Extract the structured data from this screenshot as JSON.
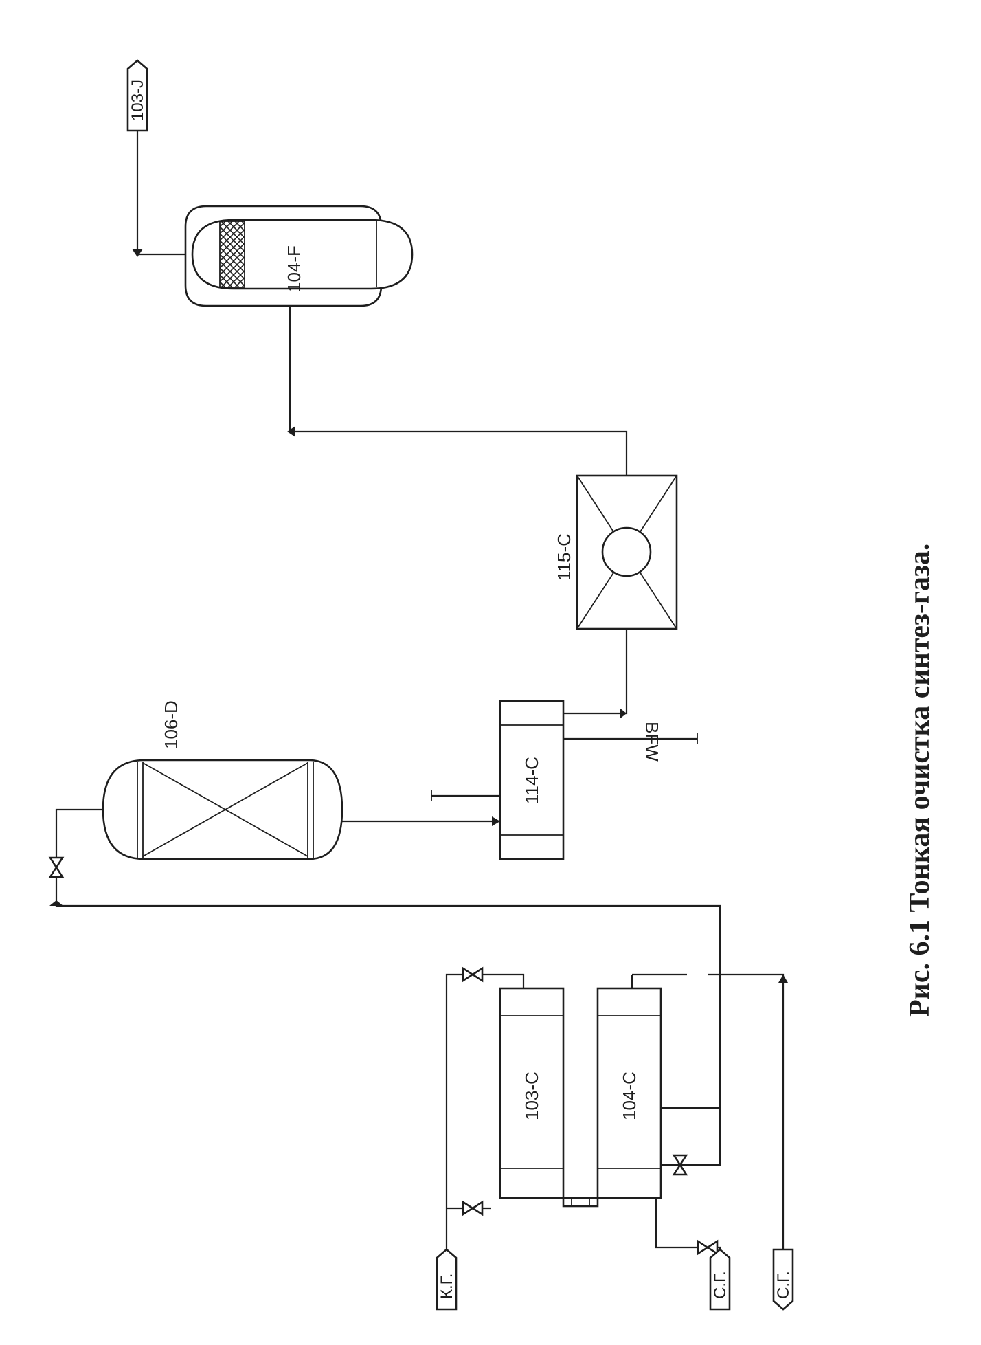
{
  "streams": {
    "outlet_103j": "103-J",
    "inlet_kg": "К.Г.",
    "inlet_sg": "С.Г.",
    "outlet_sg": "С.Г.",
    "bfw": "BFW"
  },
  "equipment": {
    "separator_104f": "104-F",
    "cooler_115c": "115-C",
    "reactor_106d": "106-D",
    "exchanger_114c": "114-C",
    "exchanger_103c": "103-C",
    "exchanger_104c": "104-C"
  },
  "caption": "Рис. 6.1  Тонкая очистка синтез-газа."
}
